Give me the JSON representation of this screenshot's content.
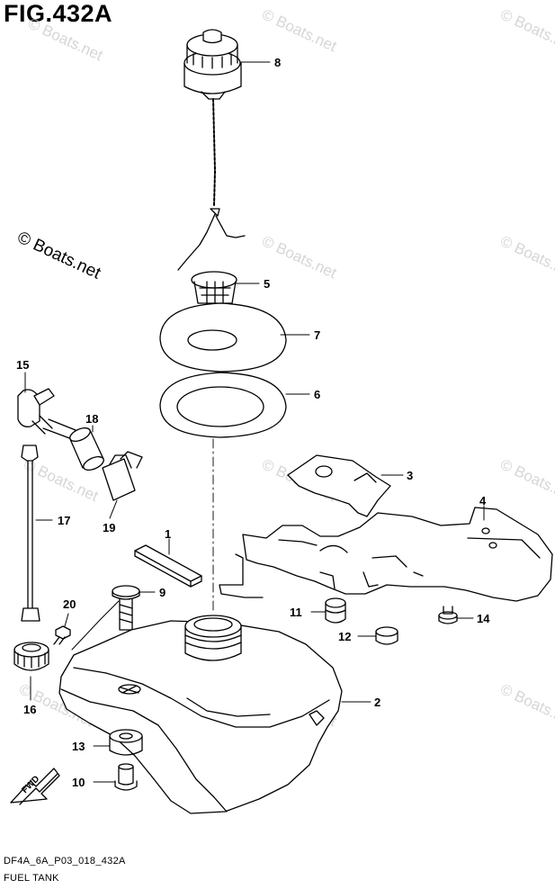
{
  "figure": {
    "title": "FIG.432A",
    "code": "DF4A_6A_P03_018_432A",
    "name": "FUEL TANK",
    "fwd_label": "FWD"
  },
  "watermark": {
    "main": "© Boats.net",
    "repeat": "© Boats.net"
  },
  "callouts": [
    "1",
    "2",
    "3",
    "4",
    "5",
    "6",
    "7",
    "8",
    "9",
    "10",
    "11",
    "12",
    "13",
    "14",
    "15",
    "16",
    "17",
    "18",
    "19",
    "20"
  ],
  "colors": {
    "line": "#000000",
    "watermark": "#d6d6d6",
    "background": "#ffffff"
  }
}
